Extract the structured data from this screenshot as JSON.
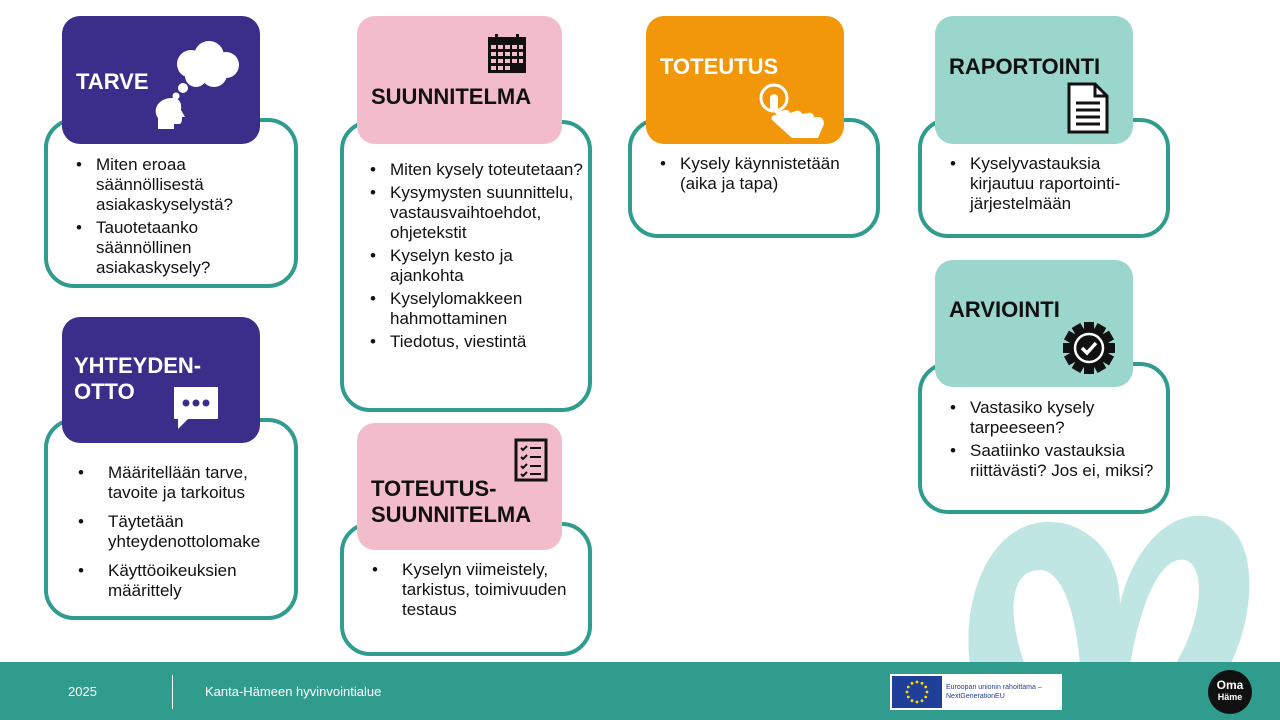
{
  "cards": {
    "tarve": {
      "title": "TARVE",
      "icon": "thought-bubble-head-icon",
      "items": [
        "Miten eroaa säännöllisestä asiakaskyselystä?",
        "Tauotetaanko säännöllinen asiakaskysely?"
      ]
    },
    "yhteydenotto": {
      "title": "YHTEYDEN-\nOTTO",
      "icon": "chat-bubble-icon",
      "items": [
        "Määritellään tarve, tavoite ja tarkoitus",
        "Täytetään yhteydenottolomake",
        "Käyttöoikeuksien määrittely"
      ]
    },
    "suunnitelma": {
      "title": "SUUNNITELMA",
      "icon": "calendar-icon",
      "items": [
        "Miten kysely toteutetaan?",
        "Kysymysten suunnittelu, vastausvaihtoehdot, ohjetekstit",
        "Kyselyn kesto ja ajankohta",
        "Kyselylomakkeen hahmottaminen",
        "Tiedotus, viestintä"
      ]
    },
    "toteutussuunnitelma": {
      "title": "TOTEUTUS-\nSUUNNITELMA",
      "icon": "checklist-icon",
      "items": [
        "Kyselyn viimeistely, tarkistus, toimivuuden testaus"
      ]
    },
    "toteutus": {
      "title": "TOTEUTUS",
      "icon": "touch-hand-icon",
      "items": [
        "Kysely käynnistetään (aika ja tapa)"
      ]
    },
    "raportointi": {
      "title": "RAPORTOINTI",
      "icon": "document-icon",
      "items": [
        "Kyselyvastauksia kirjautuu raportointi-järjestelmään"
      ]
    },
    "arviointi": {
      "title": "ARVIOINTI",
      "icon": "badge-check-icon",
      "items": [
        "Vastasiko kysely tarpeeseen?",
        "Saatiinko vastauksia riittävästi? Jos ei, miksi?"
      ]
    }
  },
  "footer": {
    "year": "2025",
    "organization": "Kanta-Hämeen hyvinvointialue",
    "eu_funding": "Euroopan unionin rahoittama – NextGenerationEU",
    "logo_line1": "Oma",
    "logo_line2": "Häme"
  },
  "colors": {
    "purple": "#3a2e8a",
    "pink": "#f2bccb",
    "orange": "#f2960a",
    "teal_light": "#9ad6cc",
    "teal_border": "#2f9c8d"
  }
}
